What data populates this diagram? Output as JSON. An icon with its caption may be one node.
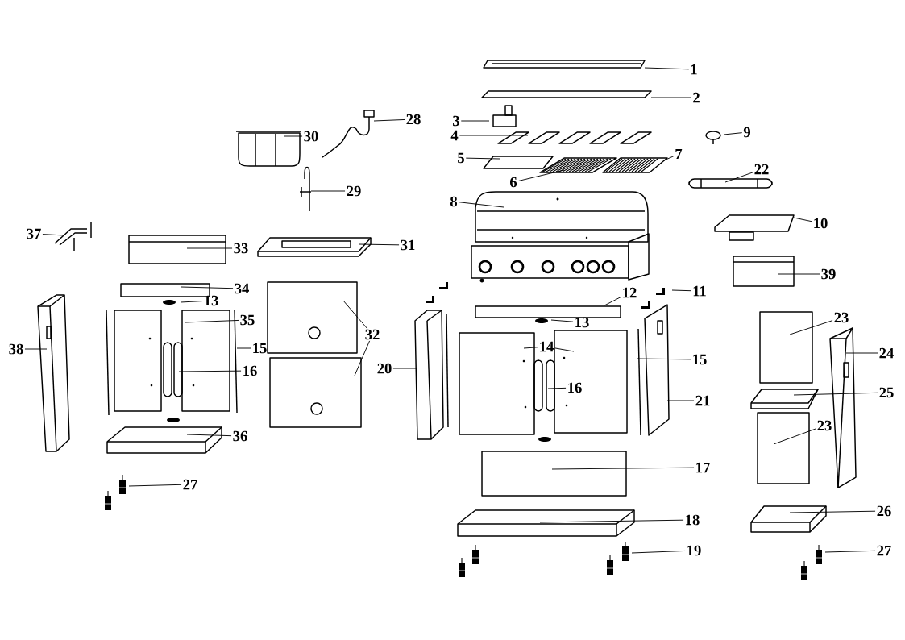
{
  "diagram": {
    "nodes": [
      {
        "text": [
          "1"
        ]
      },
      {
        "text": [
          "2"
        ]
      },
      {
        "text": [
          "28"
        ]
      },
      {
        "text": [
          "3"
        ]
      },
      {
        "text": [
          "9"
        ]
      },
      {
        "text": [
          "4"
        ]
      },
      {
        "text": [
          "30"
        ]
      },
      {
        "text": [
          "7"
        ]
      },
      {
        "text": [
          "5"
        ]
      },
      {
        "text": [
          "22"
        ]
      },
      {
        "text": [
          "6"
        ]
      },
      {
        "text": [
          "29"
        ]
      },
      {
        "text": [
          "8"
        ]
      },
      {
        "text": [
          "10"
        ]
      },
      {
        "text": [
          "37"
        ]
      },
      {
        "text": [
          "33"
        ]
      },
      {
        "text": [
          "31"
        ]
      },
      {
        "text": [
          "39"
        ]
      },
      {
        "text": [
          "34"
        ]
      },
      {
        "text": [
          "11"
        ]
      },
      {
        "text": [
          "12"
        ]
      },
      {
        "text": [
          "13"
        ]
      },
      {
        "text": [
          "35"
        ]
      },
      {
        "text": [
          "23"
        ]
      },
      {
        "text": [
          "13"
        ]
      },
      {
        "text": [
          "15"
        ]
      },
      {
        "text": [
          "32"
        ]
      },
      {
        "text": [
          "14"
        ]
      },
      {
        "text": [
          "38"
        ]
      },
      {
        "text": [
          "24"
        ]
      },
      {
        "text": [
          "15"
        ]
      },
      {
        "text": [
          "20"
        ]
      },
      {
        "text": [
          "16"
        ]
      },
      {
        "text": [
          "16"
        ]
      },
      {
        "text": [
          "25"
        ]
      },
      {
        "text": [
          "21"
        ]
      },
      {
        "text": [
          "23"
        ]
      },
      {
        "text": [
          "36"
        ]
      },
      {
        "text": [
          "17"
        ]
      },
      {
        "text": [
          "27"
        ]
      },
      {
        "text": [
          "26"
        ]
      },
      {
        "text": [
          "18"
        ]
      },
      {
        "text": [
          "19"
        ]
      },
      {
        "text": [
          "27"
        ]
      }
    ],
    "edges": [
      {
        "from": 0,
        "to": null,
        "arrow": "none"
      },
      {
        "from": 1,
        "to": null,
        "arrow": "none"
      },
      {
        "from": 2,
        "to": null,
        "arrow": "none"
      },
      {
        "from": 3,
        "to": null,
        "arrow": "none"
      },
      {
        "from": 4,
        "to": null,
        "arrow": "none"
      },
      {
        "from": 5,
        "to": null,
        "arrow": "none"
      },
      {
        "from": 6,
        "to": null,
        "arrow": "none"
      },
      {
        "from": 7,
        "to": null,
        "arrow": "none"
      },
      {
        "from": 8,
        "to": null,
        "arrow": "none"
      },
      {
        "from": 9,
        "to": null,
        "arrow": "none"
      },
      {
        "from": 10,
        "to": null,
        "arrow": "none"
      },
      {
        "from": 11,
        "to": null,
        "arrow": "none"
      },
      {
        "from": 12,
        "to": null,
        "arrow": "none"
      },
      {
        "from": 13,
        "to": null,
        "arrow": "none"
      },
      {
        "from": 14,
        "to": null,
        "arrow": "none"
      },
      {
        "from": 15,
        "to": null,
        "arrow": "none"
      },
      {
        "from": 16,
        "to": null,
        "arrow": "none"
      },
      {
        "from": 17,
        "to": null,
        "arrow": "none"
      },
      {
        "from": 18,
        "to": null,
        "arrow": "none"
      },
      {
        "from": 19,
        "to": null,
        "arrow": "none"
      },
      {
        "from": 20,
        "to": null,
        "arrow": "none"
      },
      {
        "from": 21,
        "to": null,
        "arrow": "none"
      },
      {
        "from": 22,
        "to": null,
        "arrow": "none"
      },
      {
        "from": 23,
        "to": null,
        "arrow": "none"
      },
      {
        "from": 24,
        "to": null,
        "arrow": "none"
      },
      {
        "from": 25,
        "to": null,
        "arrow": "none"
      },
      {
        "from": 26,
        "to": null,
        "arrow": "none"
      },
      {
        "from": 26,
        "to": null,
        "arrow": "none"
      },
      {
        "from": 27,
        "to": null,
        "arrow": "none"
      },
      {
        "from": 27,
        "to": null,
        "arrow": "none"
      },
      {
        "from": 28,
        "to": null,
        "arrow": "none"
      },
      {
        "from": 29,
        "to": null,
        "arrow": "none"
      },
      {
        "from": 30,
        "to": null,
        "arrow": "none"
      },
      {
        "from": 31,
        "to": null,
        "arrow": "none"
      },
      {
        "from": 32,
        "to": null,
        "arrow": "none"
      },
      {
        "from": 33,
        "to": null,
        "arrow": "none"
      },
      {
        "from": 34,
        "to": null,
        "arrow": "none"
      },
      {
        "from": 35,
        "to": null,
        "arrow": "none"
      },
      {
        "from": 36,
        "to": null,
        "arrow": "none"
      },
      {
        "from": 37,
        "to": null,
        "arrow": "none"
      },
      {
        "from": 38,
        "to": null,
        "arrow": "none"
      },
      {
        "from": 39,
        "to": null,
        "arrow": "none"
      },
      {
        "from": 40,
        "to": null,
        "arrow": "none"
      },
      {
        "from": 41,
        "to": null,
        "arrow": "none"
      },
      {
        "from": 42,
        "to": null,
        "arrow": "none"
      },
      {
        "from": 43,
        "to": null,
        "arrow": "none"
      }
    ]
  }
}
